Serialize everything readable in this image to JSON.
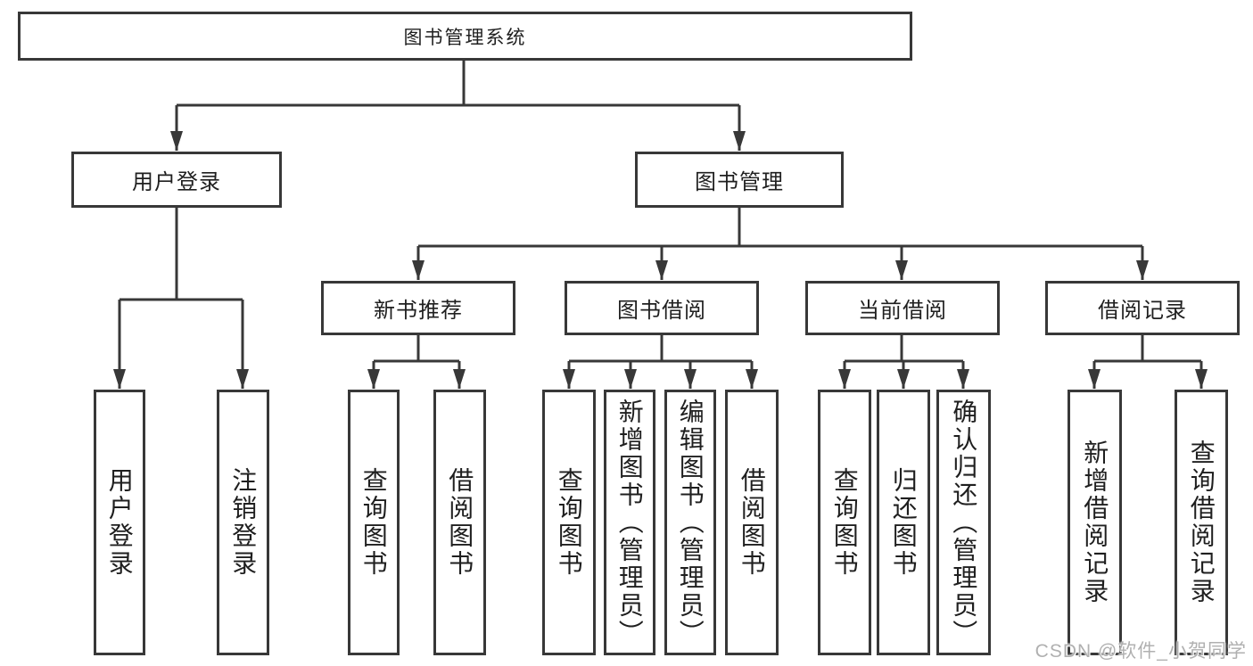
{
  "tree": {
    "label": "图书管理系统",
    "children": [
      {
        "label": "用户登录",
        "children": [
          {
            "label": "用户登录"
          },
          {
            "label": "注销登录"
          }
        ]
      },
      {
        "label": "图书管理",
        "children": [
          {
            "label": "新书推荐",
            "children": [
              {
                "label": "查询图书"
              },
              {
                "label": "借阅图书"
              }
            ]
          },
          {
            "label": "图书借阅",
            "children": [
              {
                "label": "查询图书"
              },
              {
                "label": "新增图书（管理员）"
              },
              {
                "label": "编辑图书（管理员）"
              },
              {
                "label": "借阅图书"
              }
            ]
          },
          {
            "label": "当前借阅",
            "children": [
              {
                "label": "查询图书"
              },
              {
                "label": "归还图书"
              },
              {
                "label": "确认归还（管理员）"
              }
            ]
          },
          {
            "label": "借阅记录",
            "children": [
              {
                "label": "新增借阅记录"
              },
              {
                "label": "查询借阅记录"
              }
            ]
          }
        ]
      }
    ]
  },
  "watermark": {
    "text": "CSDN @软件_小贺同学"
  },
  "colors": {
    "line": "#383838",
    "box_border": "#383838",
    "text": "#1f1f1f",
    "watermark": "#b0b0b0",
    "background": "#ffffff"
  }
}
